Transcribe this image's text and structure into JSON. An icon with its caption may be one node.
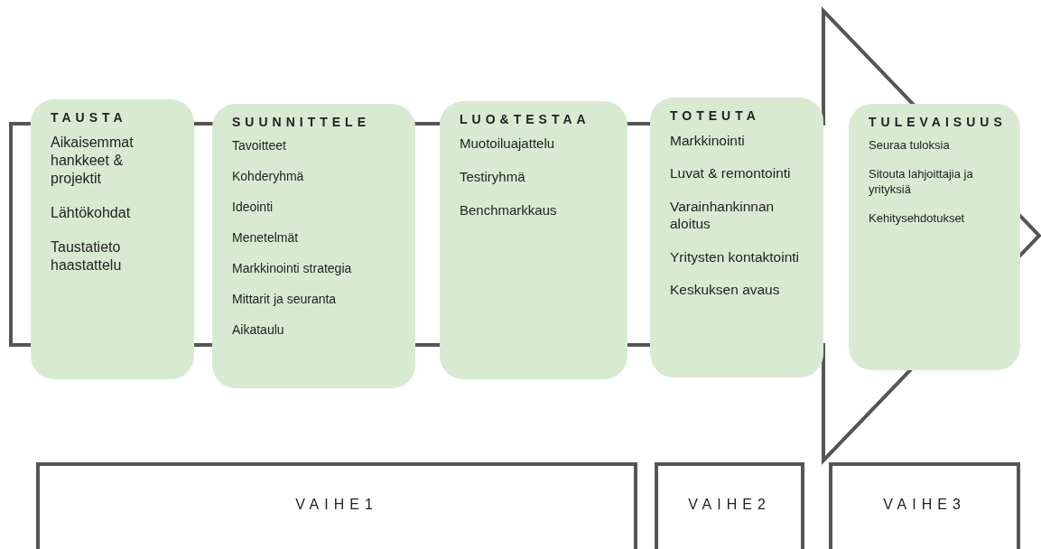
{
  "diagram": {
    "nodes": [
      {
        "text": [
          "TAUSTA",
          "Aikaisemmat hankkeet & projektit",
          "Lähtökohdat",
          "Taustatieto haastattelu"
        ]
      },
      {
        "text": [
          "SUUNNITTELE",
          "Tavoitteet",
          "Kohderyhmä",
          "Ideointi",
          "Menetelmät",
          "Markkinointi strategia",
          "Mittarit ja seuranta",
          "Aikataulu"
        ]
      },
      {
        "text": [
          "LUO&TESTAA",
          "Muotoiluajattelu",
          "Testiryhmä",
          "Benchmarkkaus"
        ]
      },
      {
        "text": [
          "TOTEUTA",
          "Markkinointi",
          "Luvat & remontointi",
          "Varainhankinnan aloitus",
          "Yritysten kontaktointi",
          "Keskuksen avaus"
        ]
      },
      {
        "text": [
          "TULEVAISUUS",
          "Seuraa tuloksia",
          "Sitouta lahjoittajia ja yrityksiä",
          "Kehitysehdotukset"
        ]
      },
      {
        "text": [
          "VAIHE1"
        ]
      },
      {
        "text": [
          "VAIHE2"
        ]
      },
      {
        "text": [
          "VAIHE3"
        ]
      }
    ],
    "edges": [
      {
        "from": 0,
        "to": 4,
        "arrow": "to"
      }
    ]
  }
}
